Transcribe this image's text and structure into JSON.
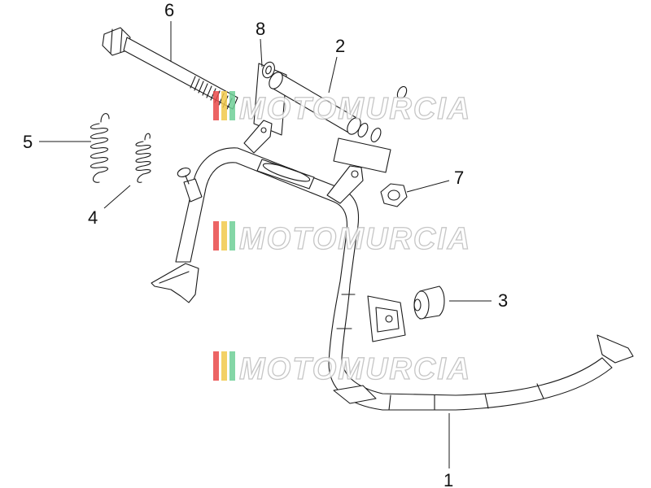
{
  "watermark": {
    "text": "MOTOMURCIA",
    "stripe_colors": [
      "#e94a4a",
      "#f2c94c",
      "#6fcf97"
    ]
  },
  "callouts": [
    {
      "label": "1",
      "part": "center-stand"
    },
    {
      "label": "2",
      "part": "pivot-bushing"
    },
    {
      "label": "3",
      "part": "rubber-stop"
    },
    {
      "label": "4",
      "part": "small-return-spring"
    },
    {
      "label": "5",
      "part": "large-return-spring"
    },
    {
      "label": "6",
      "part": "pivot-bolt"
    },
    {
      "label": "7",
      "part": "nut"
    },
    {
      "label": "8",
      "part": "washer"
    }
  ]
}
